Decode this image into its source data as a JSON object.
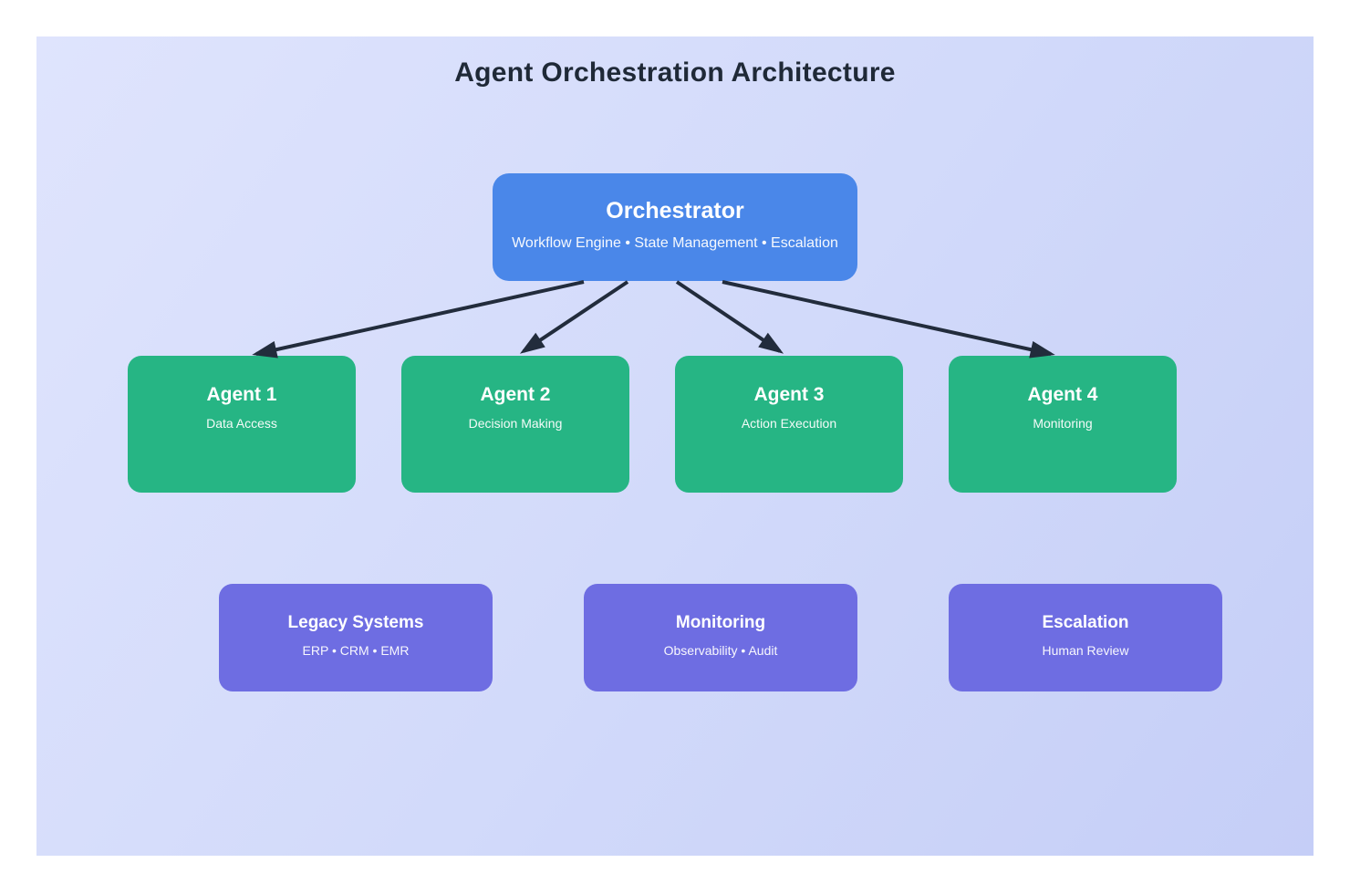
{
  "title": "Agent Orchestration Architecture",
  "orchestrator": {
    "title": "Orchestrator",
    "subtitle": "Workflow Engine • State Management • Escalation"
  },
  "agents": [
    {
      "title": "Agent 1",
      "subtitle": "Data Access"
    },
    {
      "title": "Agent 2",
      "subtitle": "Decision Making"
    },
    {
      "title": "Agent 3",
      "subtitle": "Action Execution"
    },
    {
      "title": "Agent 4",
      "subtitle": "Monitoring"
    }
  ],
  "systems": [
    {
      "title": "Legacy Systems",
      "subtitle": "ERP • CRM • EMR"
    },
    {
      "title": "Monitoring",
      "subtitle": "Observability • Audit"
    },
    {
      "title": "Escalation",
      "subtitle": "Human Review"
    }
  ],
  "colors": {
    "orchestrator_fill": "#4a87e9",
    "agent_fill": "#26b584",
    "system_fill": "#6e6de2",
    "arrow": "#222c3c",
    "title_text": "#1f2937",
    "node_text": "#ffffff",
    "background_top_left": "#dfe4fd",
    "background_bottom_right": "#c5cef7",
    "page_margin": "#ffffff"
  }
}
